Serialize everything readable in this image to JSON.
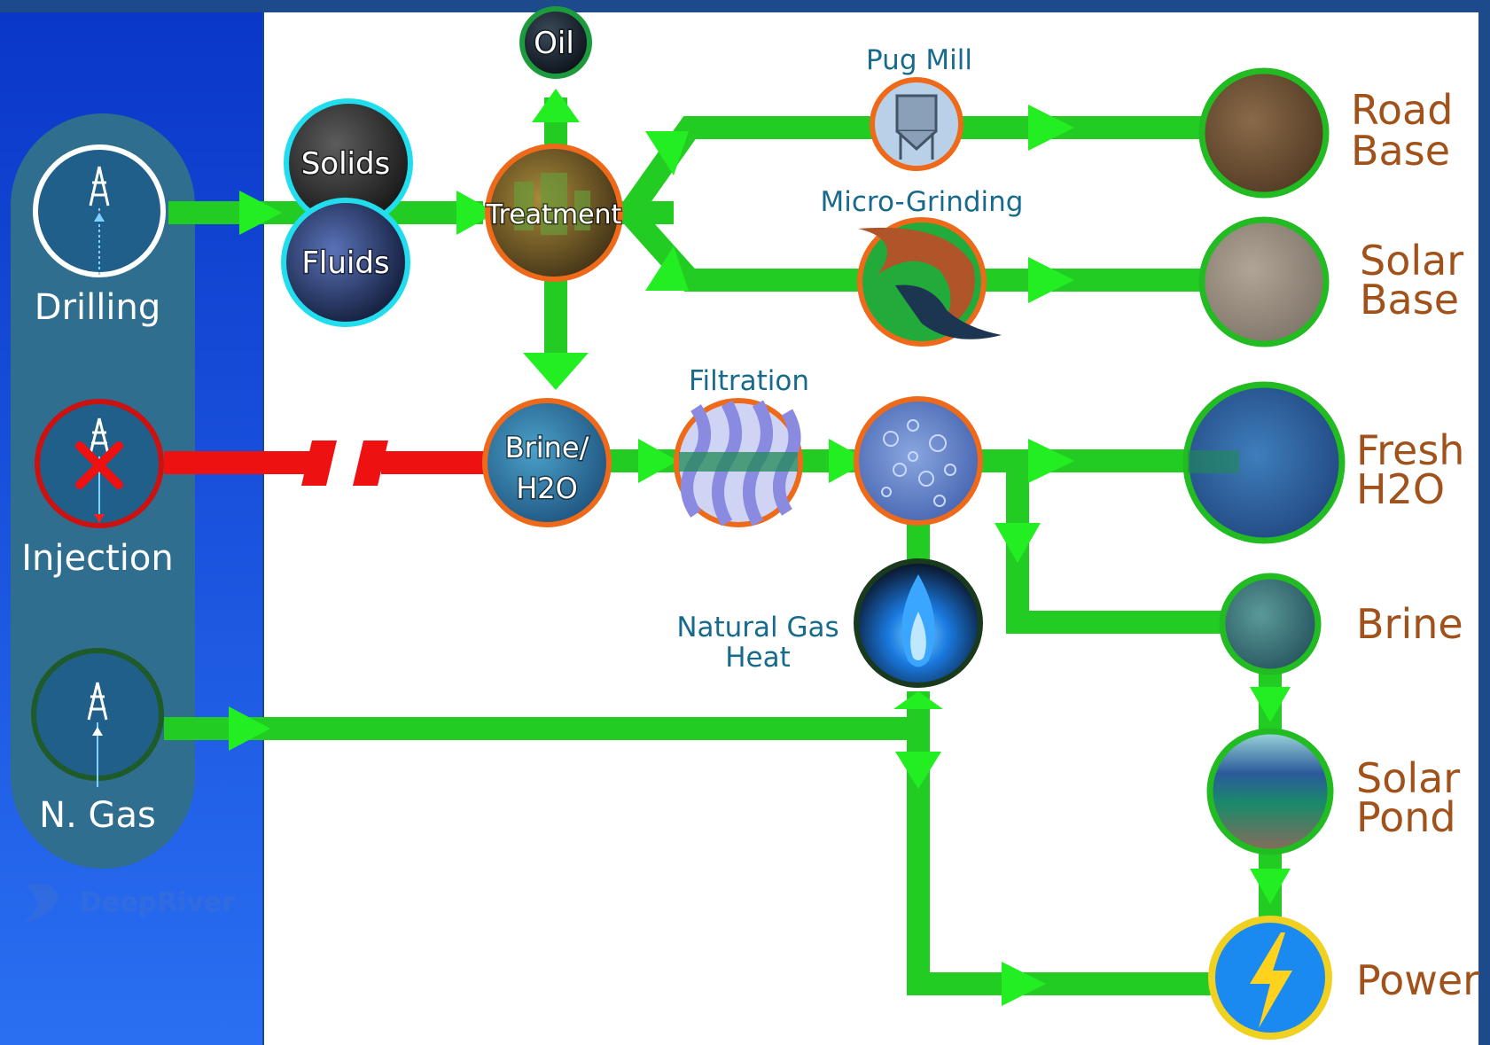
{
  "sources": {
    "drilling": "Drilling",
    "injection": "Injection",
    "n_gas": "N. Gas"
  },
  "logo": "DeepRiver",
  "nodes": {
    "oil": "Oil",
    "solids": "Solids",
    "fluids": "Fluids",
    "treatment": "Treatment",
    "brine_h2o_line1": "Brine/",
    "brine_h2o_line2": "H2O"
  },
  "processes": {
    "pug_mill": "Pug Mill",
    "micro_grinding": "Micro-Grinding",
    "filtration": "Filtration",
    "natural_gas_heat_line1": "Natural Gas",
    "natural_gas_heat_line2": "Heat"
  },
  "outputs": {
    "road_base_line1": "Road",
    "road_base_line2": "Base",
    "solar_base_line1": "Solar",
    "solar_base_line2": "Base",
    "fresh_h2o_line1": "Fresh",
    "fresh_h2o_line2": "H2O",
    "brine": "Brine",
    "solar_pond_line1": "Solar",
    "solar_pond_line2": "Pond",
    "power": "Power"
  },
  "colors": {
    "flow": "#22cc22",
    "blocked": "#ee1111",
    "node_border_orange": "#ee6a1a",
    "node_border_cyan": "#22ddee",
    "node_border_green": "#2fbf2f",
    "output_label": "#a0521a",
    "process_label": "#176a8c"
  }
}
